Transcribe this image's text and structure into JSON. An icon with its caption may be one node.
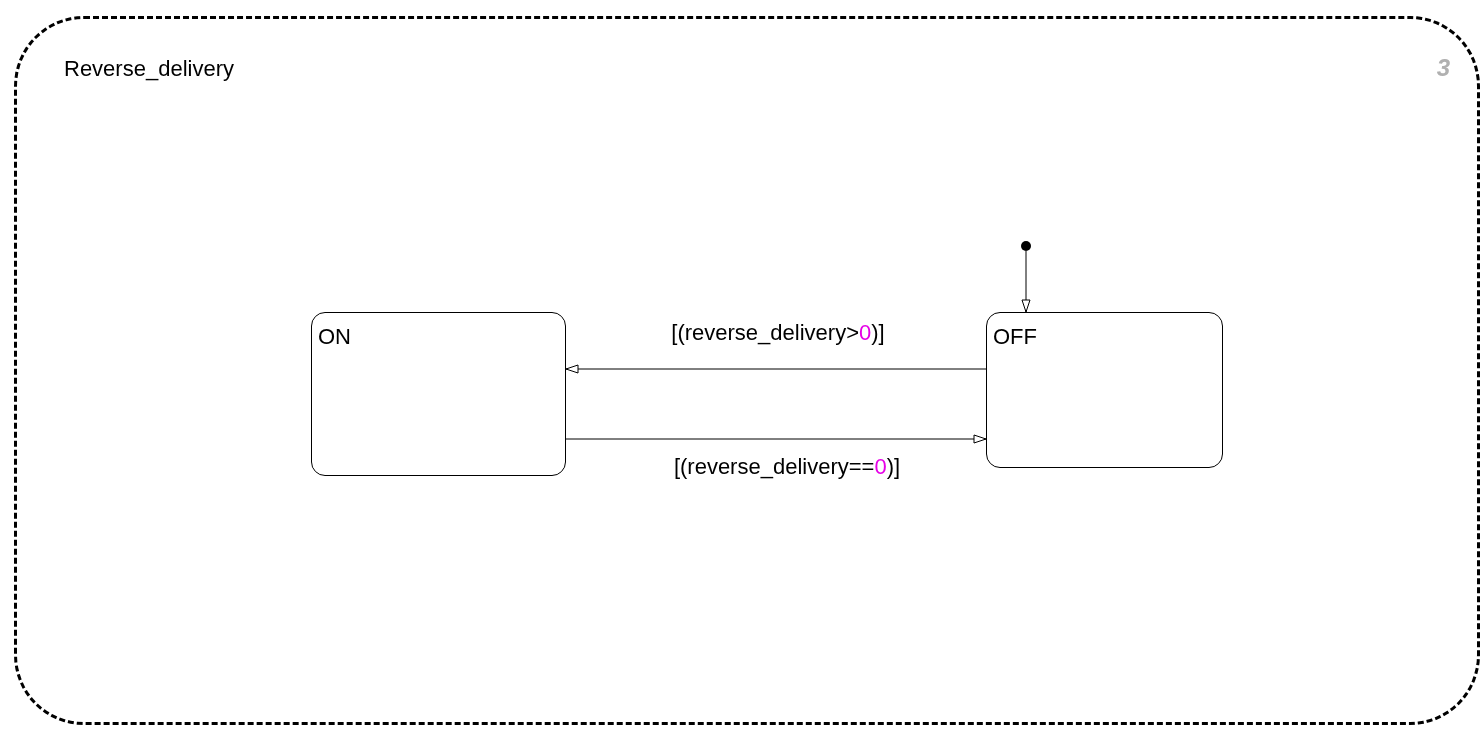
{
  "diagram": {
    "nodes": [
      {
        "text": [
          "Reverse_delivery"
        ]
      },
      {
        "text": [
          "ON"
        ],
        "in": 0
      },
      {
        "text": [
          "OFF"
        ],
        "in": 0
      },
      {
        "text": [],
        "shape": "circle",
        "in": 0
      }
    ],
    "edges": [
      {
        "from": 3,
        "to": 2,
        "arrow": "to"
      },
      {
        "from": 2,
        "to": 1,
        "arrow": "to",
        "label": "[(reverse_delivery>0)]"
      },
      {
        "from": 1,
        "to": 2,
        "arrow": "to",
        "label": "[(reverse_delivery==0)]"
      }
    ],
    "labels": [
      "3"
    ]
  }
}
